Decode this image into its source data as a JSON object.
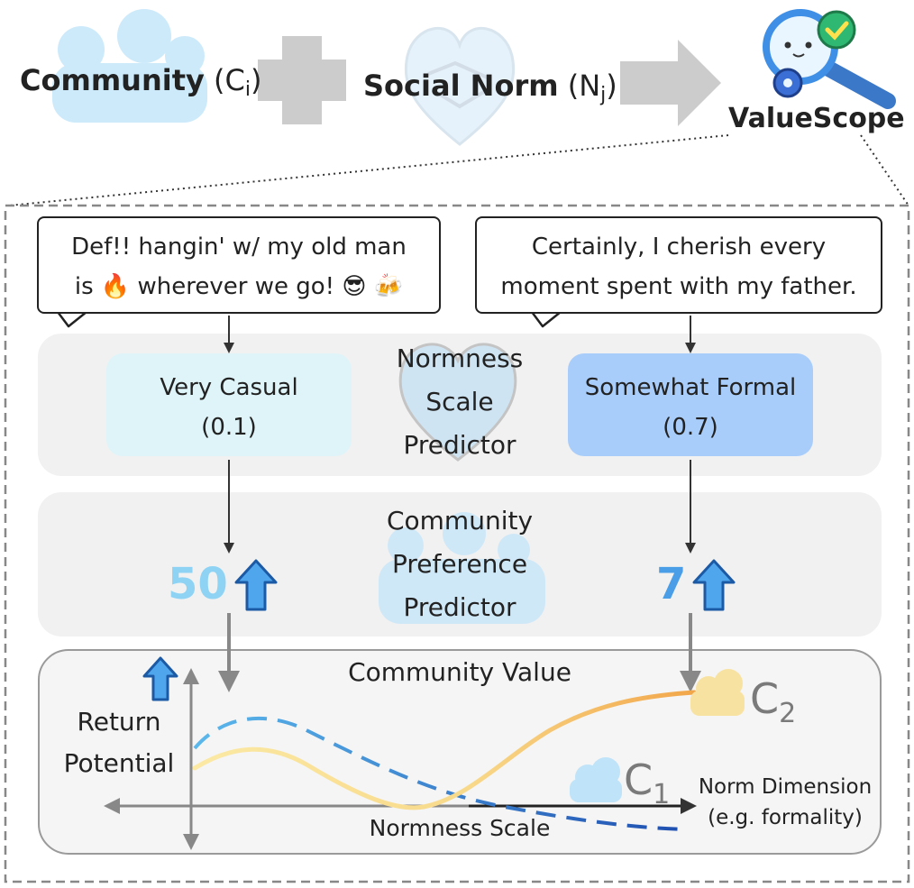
{
  "header": {
    "community_label": "Community",
    "community_symbol": "(C",
    "community_sub": "i",
    "community_close": ")",
    "norm_label": "Social Norm",
    "norm_symbol": "(N",
    "norm_sub": "j",
    "norm_close": ")",
    "brand": "ValueScope"
  },
  "bubbles": {
    "left_line1": "Def!! hangin' w/ my old man",
    "left_line2": "is 🔥 wherever we go! 😎 🍻",
    "right_line1": "Certainly, I cherish every",
    "right_line2": "moment spent with my father."
  },
  "normness": {
    "title_line1": "Normness",
    "title_line2": "Scale",
    "title_line3": "Predictor",
    "left_tag_line1": "Very Casual",
    "left_tag_line2": "(0.1)",
    "right_tag_line1": "Somewhat Formal",
    "right_tag_line2": "(0.7)",
    "left_color": "#dff4f8",
    "right_color": "#a9cdfa"
  },
  "preference": {
    "title_line1": "Community",
    "title_line2": "Preference",
    "title_line3": "Predictor",
    "left_value": "50",
    "right_value": "7",
    "left_color": "#8fd3f4",
    "right_color": "#4a9ee8"
  },
  "value": {
    "title": "Community Value",
    "y_label_line1": "Return",
    "y_label_line2": "Potential",
    "x_label": "Normness Scale",
    "dim_label_line1": "Norm Dimension",
    "dim_label_line2": "(e.g. formality)",
    "c1_letter": "C",
    "c1_sub": "1",
    "c2_letter": "C",
    "c2_sub": "2"
  }
}
